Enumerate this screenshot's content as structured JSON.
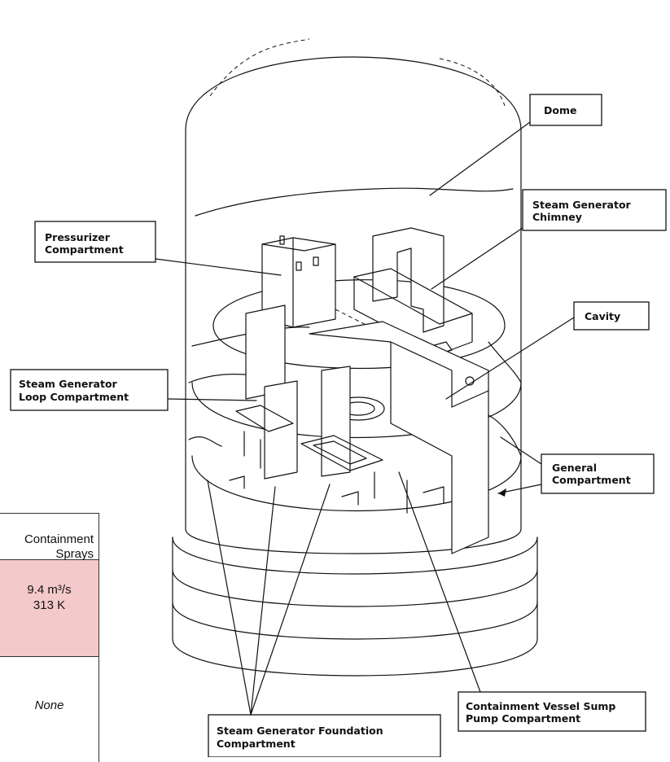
{
  "labels": {
    "dome": "Dome",
    "sg_chimney_l1": "Steam Generator",
    "sg_chimney_l2": "Chimney",
    "pressurizer_l1": "Pressurizer",
    "pressurizer_l2": "Compartment",
    "cavity": "Cavity",
    "sg_loop_l1": "Steam Generator",
    "sg_loop_l2": "Loop Compartment",
    "general_l1": "General",
    "general_l2": "Compartment",
    "sump_l1": "Containment Vessel Sump",
    "sump_l2": "Pump Compartment",
    "foundation_l1": "Steam Generator Foundation",
    "foundation_l2": "Compartment"
  },
  "table": {
    "header_l1": "Containment",
    "header_l2": "Sprays",
    "value_l1": "9.4 m³/s",
    "value_l2": "313 K",
    "none": "None",
    "highlight_color": "#f4c9ca"
  }
}
